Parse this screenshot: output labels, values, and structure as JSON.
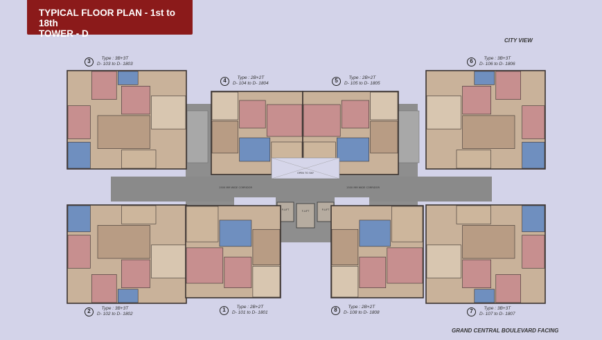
{
  "header": {
    "line1": "TYPICAL FLOOR PLAN - 1st to 18th",
    "line2": "TOWER - D"
  },
  "orientation": {
    "top": "CITY VIEW",
    "bottom": "GRAND CENTRAL BOULEVARD FACING"
  },
  "core": {
    "open_to_sky": "OPEN TO SKY",
    "corridor_left": "1500 MM WIDE CORRIDOR",
    "corridor_right": "1500 MM WIDE CORRIDOR",
    "lifts": [
      "P-LIFT",
      "F-LIFT",
      "P-LIFT"
    ]
  },
  "units": [
    {
      "num": "1",
      "type": "Type : 2B+2T",
      "range": "D- 101 to D- 1801"
    },
    {
      "num": "2",
      "type": "Type : 3B+3T",
      "range": "D- 102 to D- 1802"
    },
    {
      "num": "3",
      "type": "Type : 3B+3T",
      "range": "D- 103 to D- 1803"
    },
    {
      "num": "4",
      "type": "Type : 2B+2T",
      "range": "D- 104 to D- 1804"
    },
    {
      "num": "5",
      "type": "Type : 2B+2T",
      "range": "D- 105 to D- 1805"
    },
    {
      "num": "6",
      "type": "Type : 3B+3T",
      "range": "D- 106 to D- 1806"
    },
    {
      "num": "7",
      "type": "Type : 3B+3T",
      "range": "D- 107 to D- 1807"
    },
    {
      "num": "8",
      "type": "Type : 2B+2T",
      "range": "D- 108 to D- 1808"
    }
  ],
  "colors": {
    "title_bg": "#8b1a1a",
    "background": "#d3d3e9",
    "core": "#8e8e8e",
    "floor": "#c9b29a",
    "bedroom": "#c78f8f",
    "toilet": "#6f8fbf"
  }
}
